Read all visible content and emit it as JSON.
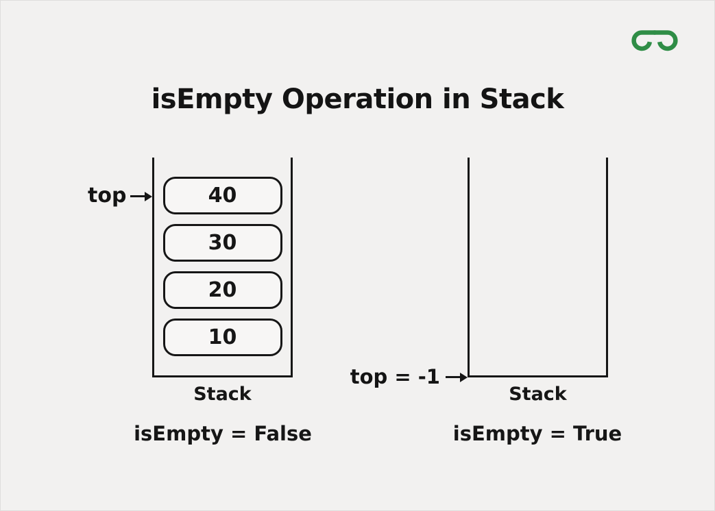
{
  "title": "isEmpty Operation in Stack",
  "logo": {
    "name": "GeeksforGeeks",
    "color": "#2F8D46"
  },
  "colors": {
    "background": "#F2F1F0",
    "ink": "#161616",
    "element_fill": "#F7F6F5"
  },
  "left_stack": {
    "pointer_label": "top",
    "elements": [
      "40",
      "30",
      "20",
      "10"
    ],
    "stack_label": "Stack",
    "status_label": "isEmpty = False"
  },
  "right_stack": {
    "pointer_label": "top = -1",
    "elements": [],
    "stack_label": "Stack",
    "status_label": "isEmpty = True"
  }
}
